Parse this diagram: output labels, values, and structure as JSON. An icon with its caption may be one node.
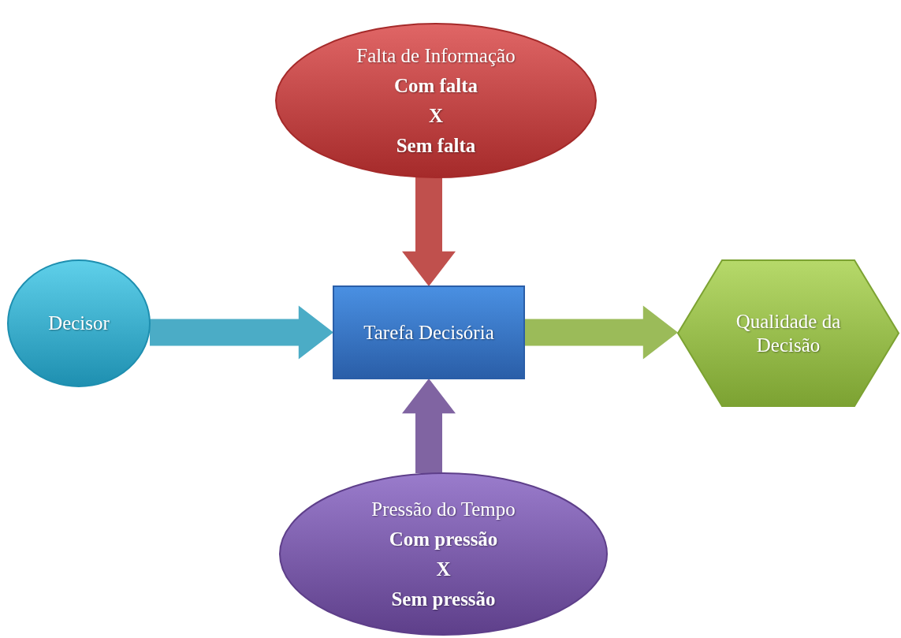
{
  "diagram": {
    "nodes": [
      {
        "text": [
          "Falta de Informação",
          "Com falta",
          "X",
          "Sem falta"
        ]
      },
      {
        "text": [
          "Decisor"
        ]
      },
      {
        "text": [
          "Tarefa Decisória"
        ]
      },
      {
        "text": [
          "Qualidade da Decisão"
        ]
      },
      {
        "text": [
          "Pressão do Tempo",
          "Com pressão",
          "X",
          "Sem pressão"
        ]
      }
    ],
    "edges": [
      {
        "from": 0,
        "to": 2,
        "arrow": "to",
        "style": "thick",
        "color": "#c0504d"
      },
      {
        "from": 1,
        "to": 2,
        "arrow": "to",
        "style": "thick",
        "color": "#4bacc6"
      },
      {
        "from": 2,
        "to": 3,
        "arrow": "to",
        "style": "thick",
        "color": "#9bbb59"
      },
      {
        "from": 4,
        "to": 2,
        "arrow": "to",
        "style": "thick",
        "color": "#8064a2"
      }
    ]
  }
}
